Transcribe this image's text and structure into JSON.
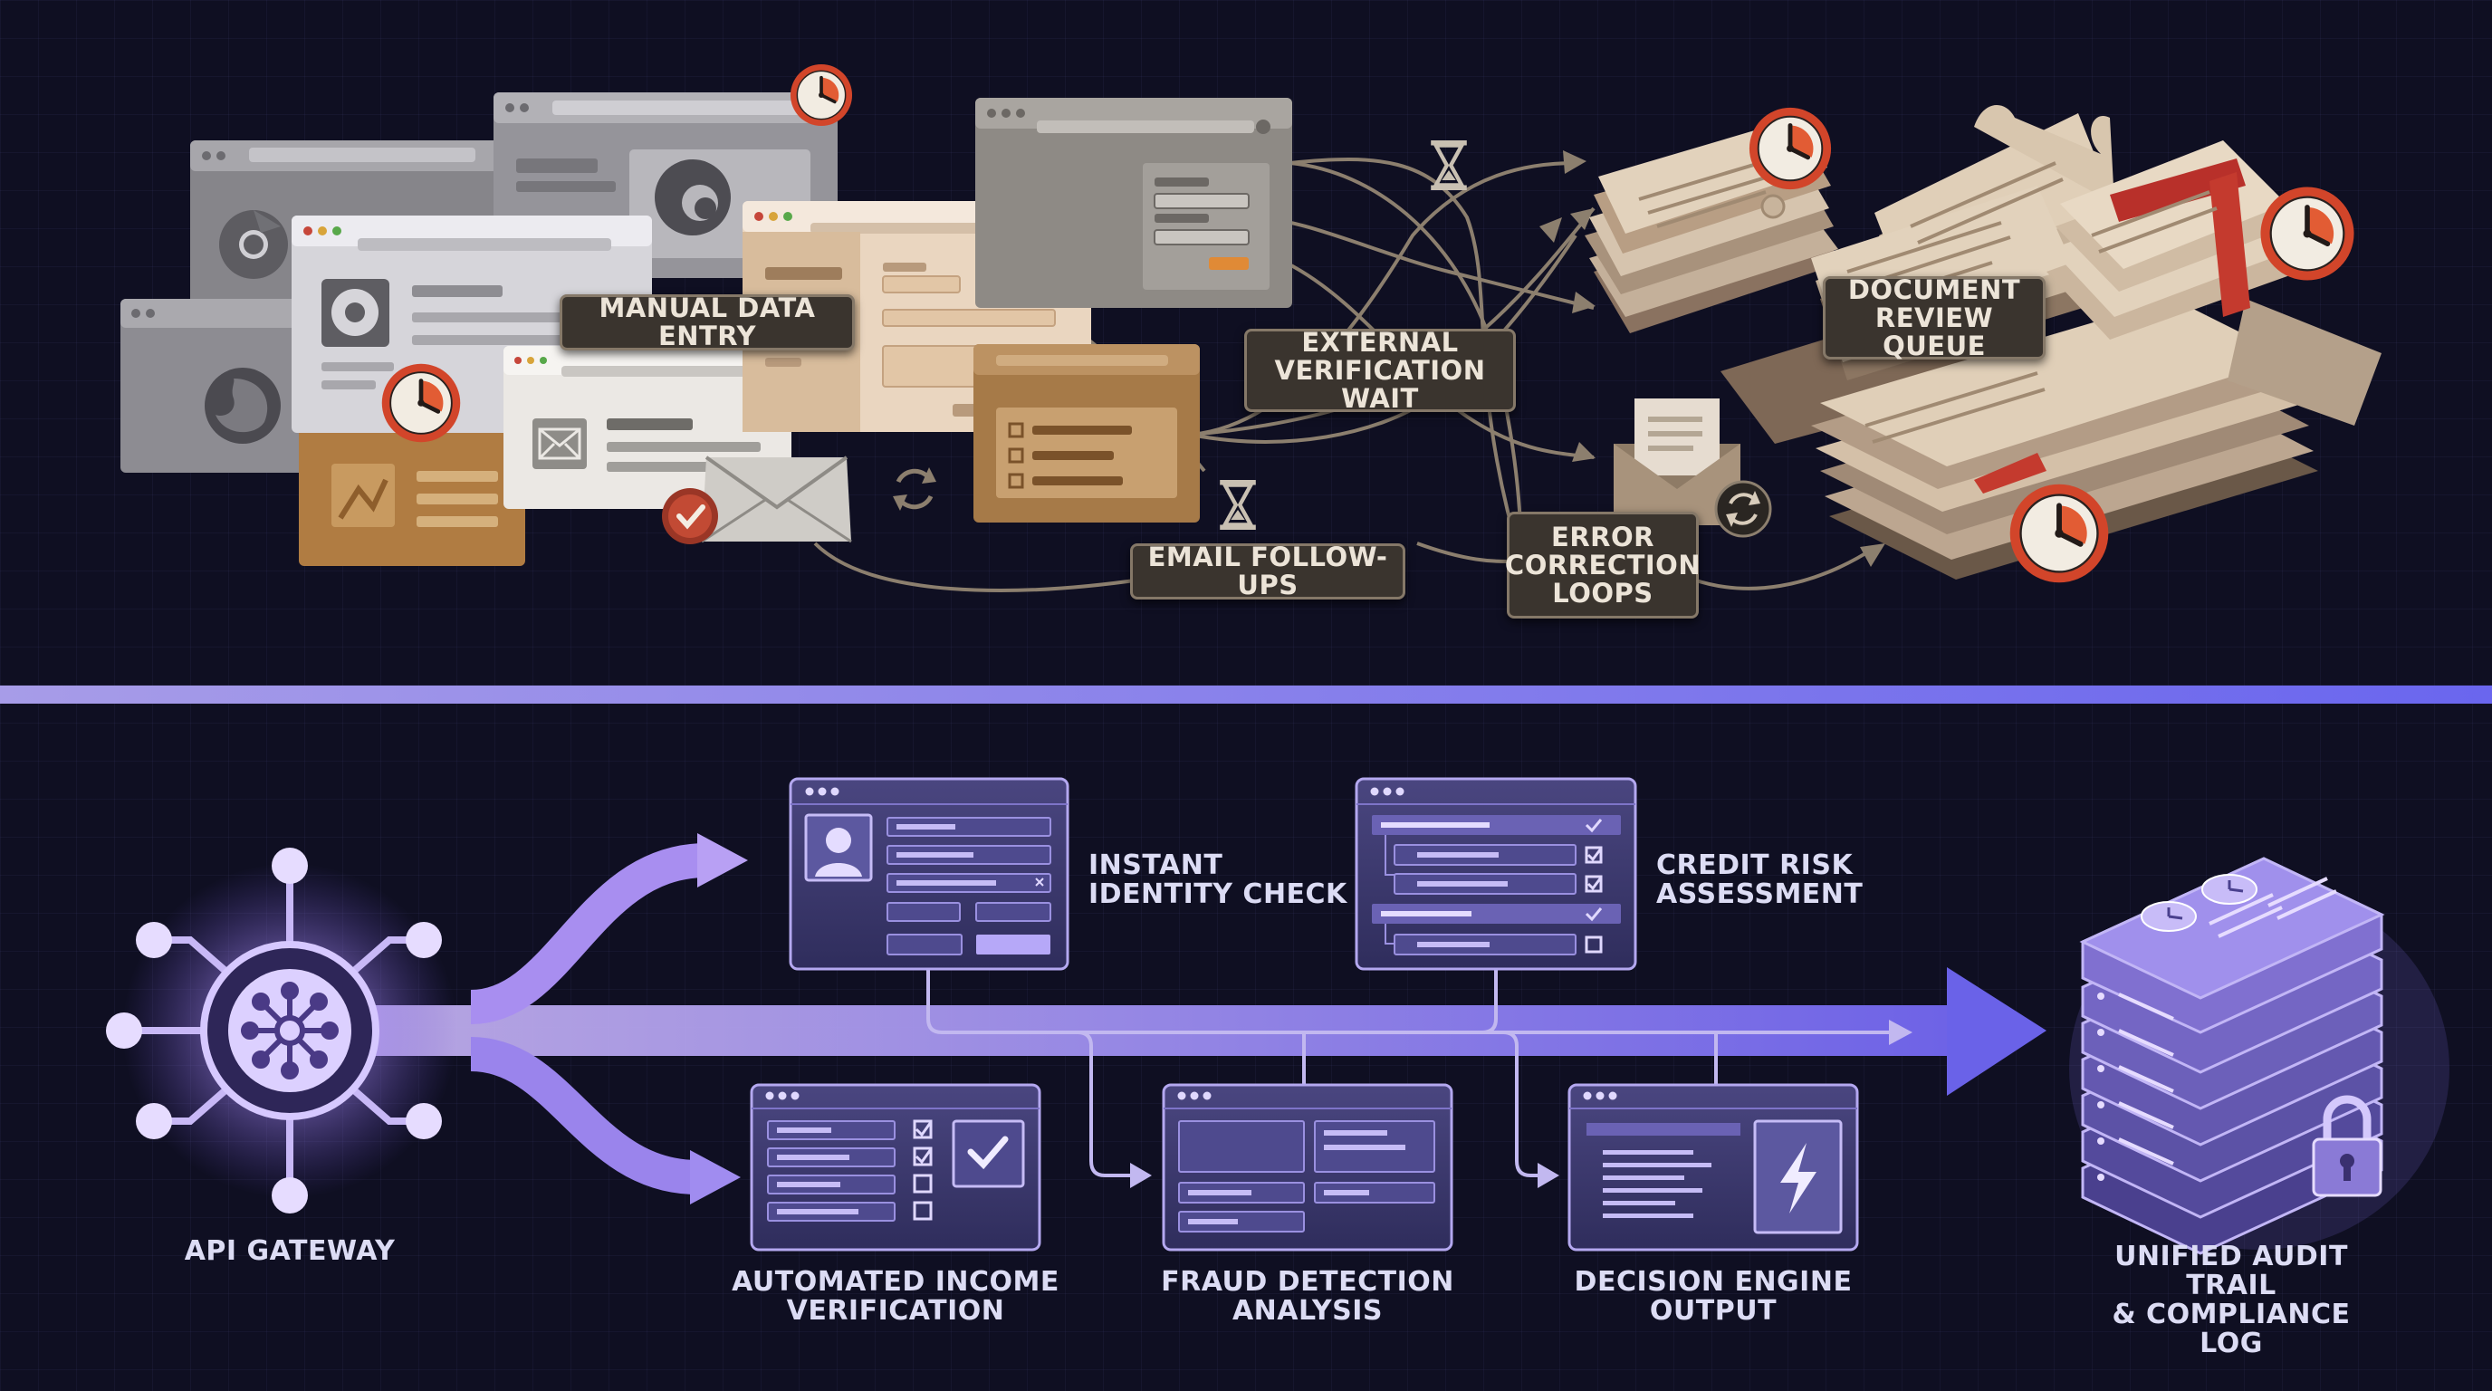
{
  "legacy_process": {
    "labels": {
      "manual_data_entry": "MANUAL DATA ENTRY",
      "external_verification_wait": "EXTERNAL\nVERIFICATION WAIT",
      "email_follow_ups": "EMAIL FOLLOW-UPS",
      "error_correction_loops": "ERROR\nCORRECTION\nLOOPS",
      "document_review_queue": "DOCUMENT\nREVIEW QUEUE"
    }
  },
  "automated_pipeline": {
    "api_gateway": "API GATEWAY",
    "instant_identity_check": "INSTANT\nIDENTITY CHECK",
    "credit_risk_assessment": "CREDIT RISK\nASSESSMENT",
    "automated_income_verification": "AUTOMATED INCOME\nVERIFICATION",
    "fraud_detection_analysis": "FRAUD DETECTION\nANALYSIS",
    "decision_engine_output": "DECISION ENGINE\nOUTPUT",
    "unified_audit_trail": "UNIFIED AUDIT TRAIL\n& COMPLIANCE LOG"
  },
  "colors": {
    "background": "#0f0f22",
    "legacy_tone": "#a89a86",
    "clock_accent": "#d2452a",
    "divider": "#8a86f0",
    "pipeline_accent": "#9a86ea"
  },
  "icons": [
    "chrome-icon",
    "edge-icon",
    "firefox-icon",
    "envelope-icon",
    "clock-icon",
    "hourglass-icon",
    "refresh-icon",
    "checkmark-icon",
    "network-hub-icon",
    "lightning-icon",
    "lock-icon",
    "user-avatar-icon"
  ]
}
